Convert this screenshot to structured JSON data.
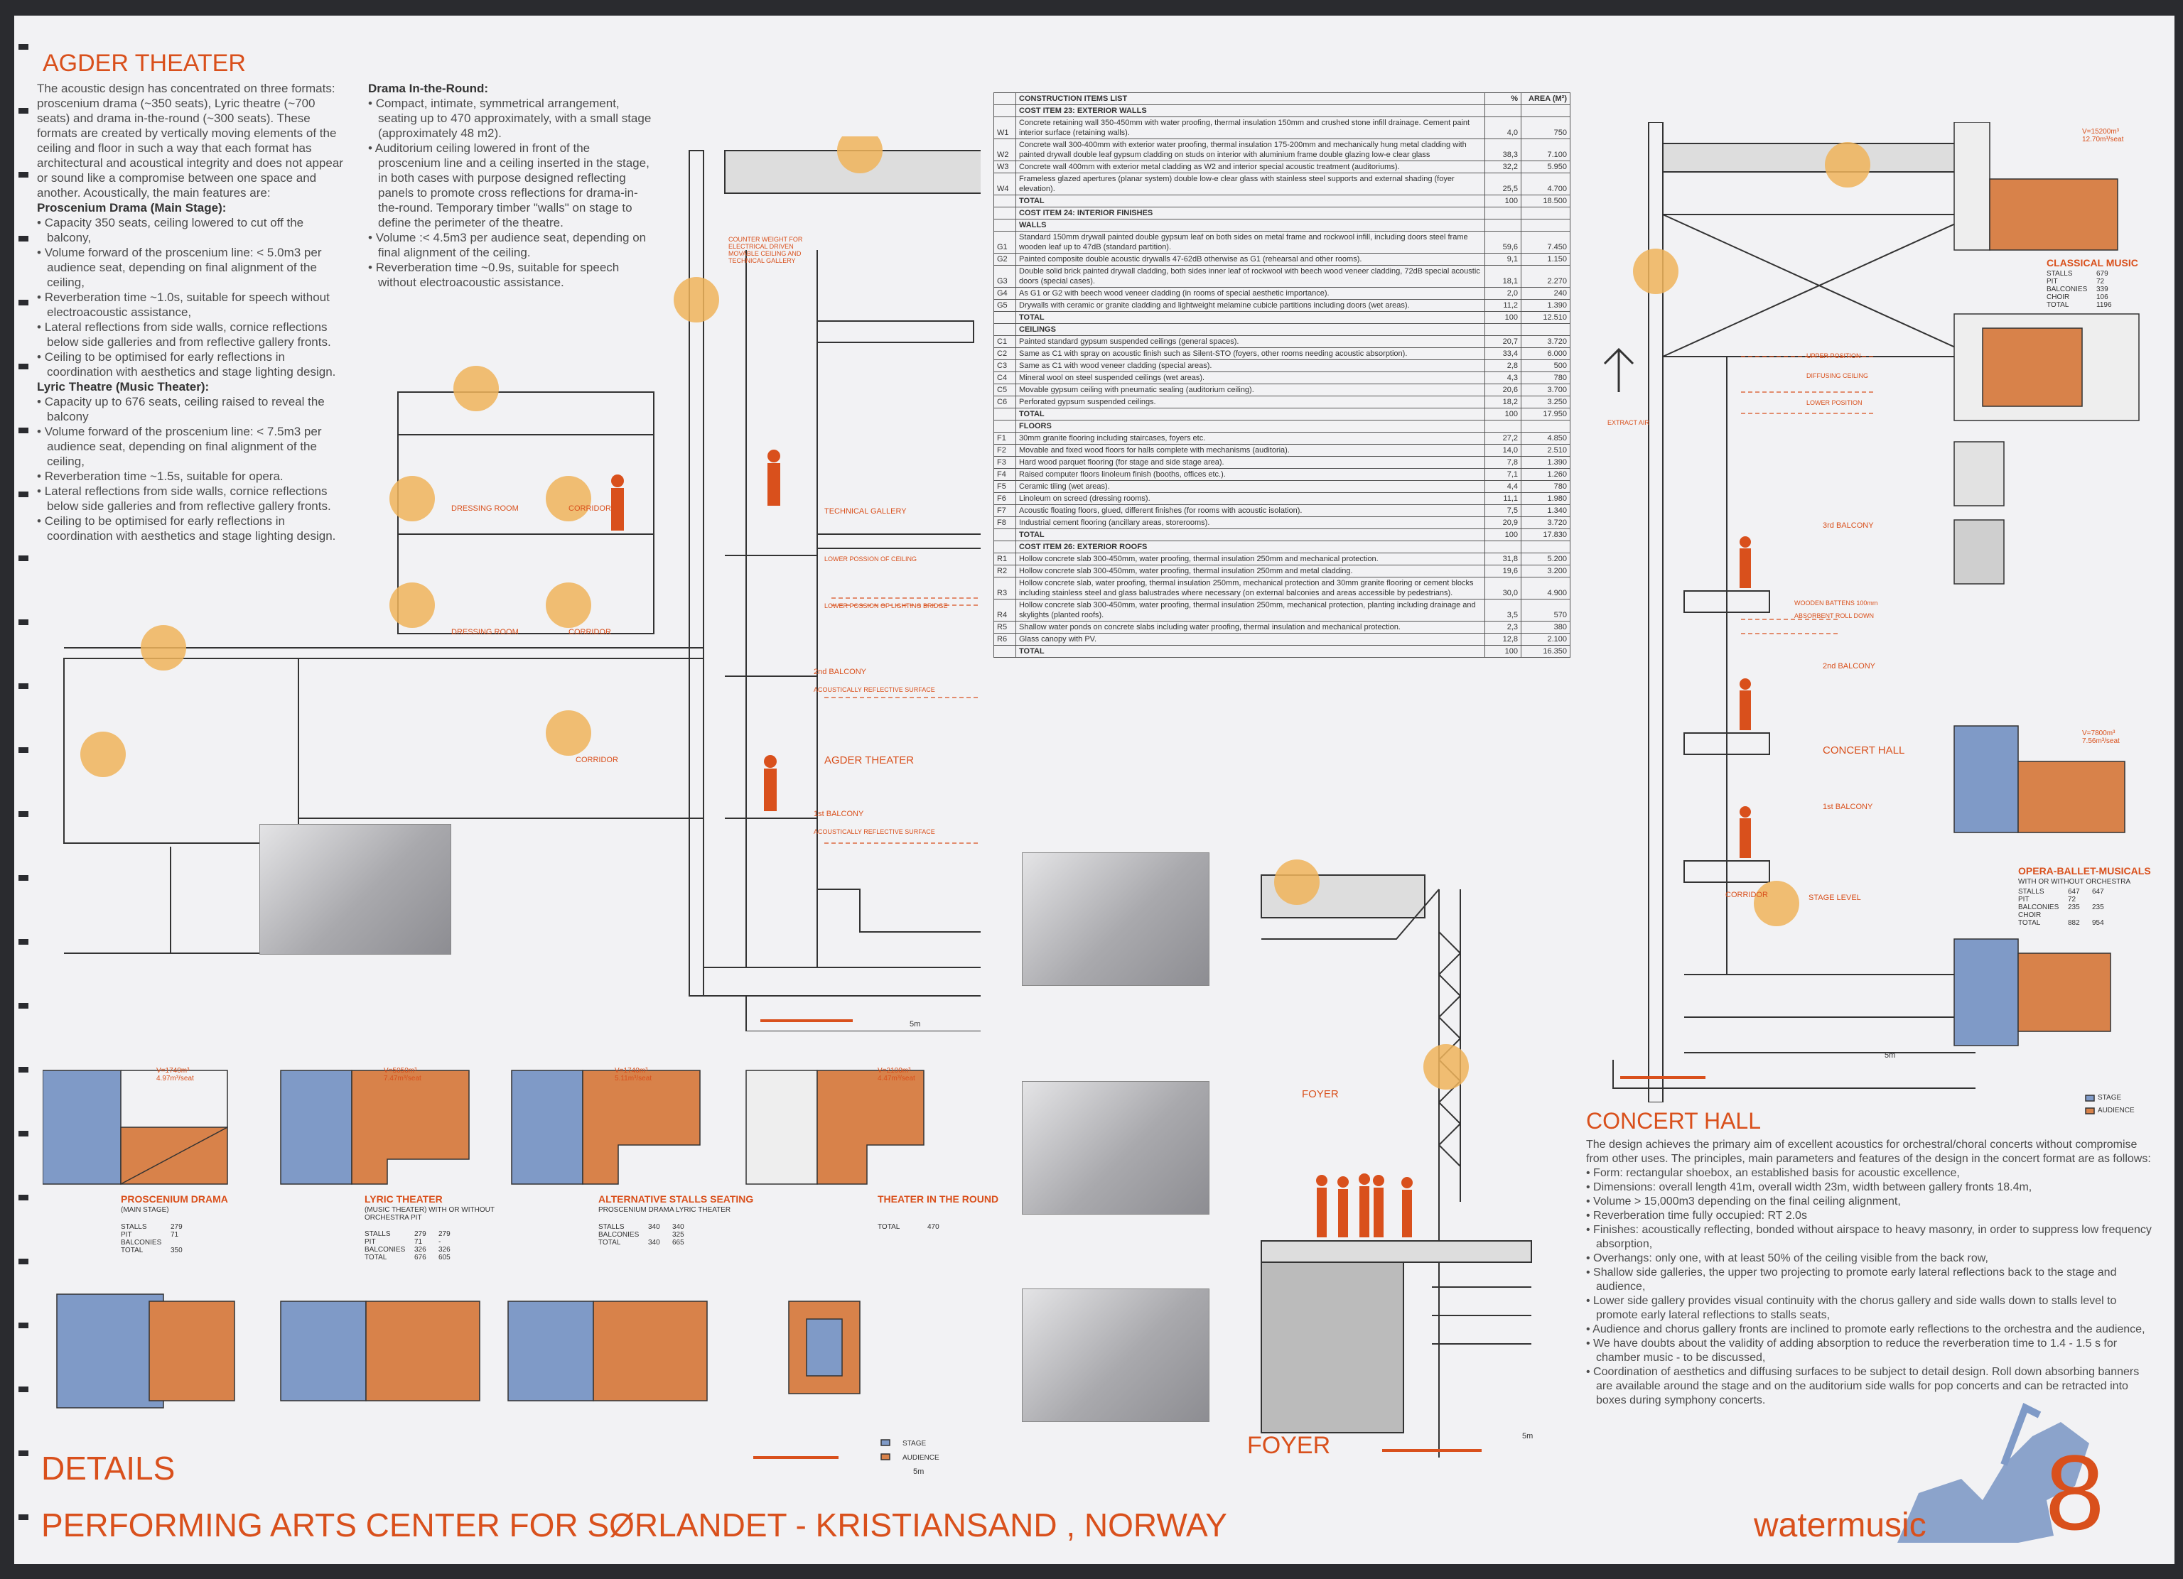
{
  "colors": {
    "accent": "#d9501c",
    "blue": "#7f9ac7",
    "orange": "#d8824a",
    "circle": "#f0b45a",
    "line": "#333333"
  },
  "agder": {
    "title": "AGDER THEATER",
    "intro": "The acoustic design has concentrated on three formats: proscenium drama (~350 seats), Lyric theatre (~700 seats) and drama in-the-round (~300 seats). These formats are created by vertically moving elements of the ceiling and floor in such a way that each format has architectural and acoustical integrity and does not appear or sound like a compromise between one space and another. Acoustically, the main features are:",
    "prosc_head": "Proscenium Drama (Main Stage):",
    "prosc_bullets": [
      "Capacity 350 seats, ceiling lowered to cut off the balcony,",
      "Volume forward of the proscenium line: < 5.0m3 per audience seat, depending on final alignment of the ceiling,",
      "Reverberation time ~1.0s, suitable for speech without electroacoustic assistance,",
      "Lateral reflections from side walls, cornice reflections below side galleries and from reflective gallery fronts.",
      "Ceiling to be optimised for early reflections in coordination with aesthetics and stage lighting design."
    ],
    "lyric_head": "Lyric Theatre (Music Theater):",
    "lyric_bullets": [
      "Capacity up to 676 seats, ceiling raised to reveal the balcony",
      "Volume forward of the proscenium line: < 7.5m3 per audience seat, depending on final alignment of the ceiling,",
      "Reverberation time ~1.5s, suitable for opera.",
      "Lateral reflections from side walls, cornice reflections below side galleries and from reflective gallery fronts.",
      "Ceiling to be optimised for early reflections in coordination with aesthetics and stage lighting design."
    ],
    "round_head": "Drama In-the-Round:",
    "round_bullets": [
      "Compact, intimate, symmetrical arrangement, seating up to 470 approximately, with a small stage (approximately 48 m2).",
      "Auditorium ceiling lowered in front of the proscenium line and a ceiling inserted in the stage, in both cases with purpose designed reflecting panels to promote cross reflections for drama-in-the-round. Temporary timber \"walls\" on stage to define the perimeter of the theatre.",
      "Volume :< 4.5m3 per audience seat, depending on final alignment of the ceiling.",
      "Reverberation time ~0.9s, suitable for speech without electroacoustic assistance."
    ]
  },
  "table": {
    "headers": [
      "",
      "CONSTRUCTION ITEMS LIST",
      "%",
      "AREA (M²)"
    ],
    "rows": [
      [
        "",
        "COST ITEM 23: EXTERIOR WALLS",
        "",
        ""
      ],
      [
        "W1",
        "Concrete retaining wall 350-450mm with water proofing, thermal insulation 150mm and crushed stone infill drainage. Cement paint interior surface (retaining walls).",
        "4,0",
        "750"
      ],
      [
        "W2",
        "Concrete wall 300-400mm with exterior water proofing, thermal insulation 175-200mm and mechanically hung metal cladding with painted drywall double leaf gypsum cladding on studs on interior with aluminium frame double glazing low-e clear glass",
        "38,3",
        "7.100"
      ],
      [
        "W3",
        "Concrete wall 400mm with exterior metal cladding as W2 and interior special acoustic treatment (auditoriums).",
        "32,2",
        "5.950"
      ],
      [
        "W4",
        "Frameless glazed apertures (planar system) double low-e clear glass with stainless steel supports and external shading (foyer elevation).",
        "25,5",
        "4.700"
      ],
      [
        "",
        "TOTAL",
        "100",
        "18.500"
      ],
      [
        "",
        "COST ITEM 24: INTERIOR FINISHES",
        "",
        ""
      ],
      [
        "",
        "WALLS",
        "",
        ""
      ],
      [
        "G1",
        "Standard 150mm drywall painted double gypsum leaf on both sides on metal frame and rockwool infill, including doors steel frame wooden leaf up to 47dB (standard partition).",
        "59,6",
        "7.450"
      ],
      [
        "G2",
        "Painted composite double acoustic drywalls 47-62dB otherwise as G1 (rehearsal and other rooms).",
        "9,1",
        "1.150"
      ],
      [
        "G3",
        "Double solid brick painted drywall cladding, both sides inner leaf of rockwool with beech wood veneer cladding, 72dB special acoustic doors (special cases).",
        "18,1",
        "2.270"
      ],
      [
        "G4",
        "As G1 or G2 with beech wood veneer cladding (in rooms of special aesthetic importance).",
        "2,0",
        "240"
      ],
      [
        "G5",
        "Drywalls with ceramic or granite cladding and lightweight melamine cubicle partitions including doors (wet areas).",
        "11,2",
        "1.390"
      ],
      [
        "",
        "TOTAL",
        "100",
        "12.510"
      ],
      [
        "",
        "CEILINGS",
        "",
        ""
      ],
      [
        "C1",
        "Painted standard gypsum suspended ceilings (general spaces).",
        "20,7",
        "3.720"
      ],
      [
        "C2",
        "Same as C1 with spray on acoustic finish such as Silent-STO (foyers, other rooms needing acoustic absorption).",
        "33,4",
        "6.000"
      ],
      [
        "C3",
        "Same as C1 with wood veneer cladding (special areas).",
        "2,8",
        "500"
      ],
      [
        "C4",
        "Mineral wool on steel suspended ceilings (wet areas).",
        "4,3",
        "780"
      ],
      [
        "C5",
        "Movable gypsum ceiling with pneumatic sealing (auditorium ceiling).",
        "20,6",
        "3.700"
      ],
      [
        "C6",
        "Perforated gypsum suspended ceilings.",
        "18,2",
        "3.250"
      ],
      [
        "",
        "TOTAL",
        "100",
        "17.950"
      ],
      [
        "",
        "FLOORS",
        "",
        ""
      ],
      [
        "F1",
        "30mm granite flooring including staircases, foyers etc.",
        "27,2",
        "4.850"
      ],
      [
        "F2",
        "Movable and fixed wood floors for halls complete with mechanisms (auditoria).",
        "14,0",
        "2.510"
      ],
      [
        "F3",
        "Hard wood parquet flooring (for stage and side stage area).",
        "7,8",
        "1.390"
      ],
      [
        "F4",
        "Raised computer floors linoleum finish (booths, offices etc.).",
        "7,1",
        "1.260"
      ],
      [
        "F5",
        "Ceramic tiling (wet areas).",
        "4,4",
        "780"
      ],
      [
        "F6",
        "Linoleum on screed (dressing rooms).",
        "11,1",
        "1.980"
      ],
      [
        "F7",
        "Acoustic floating floors, glued, different finishes (for rooms with acoustic isolation).",
        "7,5",
        "1.340"
      ],
      [
        "F8",
        "Industrial cement flooring (ancillary areas, storerooms).",
        "20,9",
        "3.720"
      ],
      [
        "",
        "TOTAL",
        "100",
        "17.830"
      ],
      [
        "",
        "COST ITEM 26: EXTERIOR ROOFS",
        "",
        ""
      ],
      [
        "R1",
        "Hollow concrete slab 300-450mm, water proofing, thermal insulation 250mm and mechanical protection.",
        "31,8",
        "5.200"
      ],
      [
        "R2",
        "Hollow concrete slab 300-450mm, water proofing, thermal insulation 250mm and metal cladding.",
        "19,6",
        "3.200"
      ],
      [
        "R3",
        "Hollow concrete slab, water proofing, thermal insulation 250mm, mechanical protection and 30mm granite flooring or cement blocks including stainless steel and glass balustrades where necessary (on external balconies and areas accessible by pedestrians).",
        "30,0",
        "4.900"
      ],
      [
        "R4",
        "Hollow concrete slab 300-450mm, water proofing, thermal insulation 250mm, mechanical protection, planting including drainage and skylights (planted roofs).",
        "3,5",
        "570"
      ],
      [
        "R5",
        "Shallow water ponds on concrete slabs including water proofing, thermal insulation and mechanical protection.",
        "2,3",
        "380"
      ],
      [
        "R6",
        "Glass canopy with PV.",
        "12,8",
        "2.100"
      ],
      [
        "",
        "TOTAL",
        "100",
        "16.350"
      ]
    ]
  },
  "section_labels": {
    "agder_theater": "AGDER THEATER",
    "balcony_2": "2nd BALCONY",
    "balcony_1": "1st BALCONY",
    "reflective": "ACOUSTICALLY REFLECTIVE SURFACE",
    "tech_gallery": "TECHNICAL GALLERY",
    "counterweight": "COUNTER WEIGHT FOR ELECTRICAL DRIVEN MOVABLE CEILING AND TECHNICAL GALLERY",
    "lower_ceiling": "LOWER POSSION OF CEILING",
    "lower_light": "LOWER POSSION OF LIGHTING BRIDGE",
    "dressing": "DRESSING ROOM",
    "corridor": "CORRIDOR",
    "concert_hall": "CONCERT HALL",
    "balcony_3": "3rd BALCONY",
    "stage_level": "STAGE LEVEL",
    "upper_pos": "UPPER POSITION",
    "diffusing": "DIFFUSING CEILING",
    "lower_pos": "LOWER POSITION",
    "extract": "EXTRACT AIR",
    "wooden": "WOODEN BATTENS 100mm",
    "absorbent": "ABSORBENT ROLL DOWN",
    "foyer": "FOYER",
    "foyer_big": "FOYER",
    "scale": "5m"
  },
  "formats": [
    {
      "name": "PROSCENIUM DRAMA",
      "sub": "(MAIN STAGE)",
      "vol": "V=1740m³ 4.97m³/seat",
      "rows": [
        [
          "STALLS",
          "279"
        ],
        [
          "PIT",
          "71"
        ],
        [
          "BALCONIES",
          ""
        ],
        [
          "TOTAL",
          "350"
        ]
      ]
    },
    {
      "name": "LYRIC THEATER",
      "sub": "(MUSIC THEATER) WITH OR WITHOUT ORCHESTRA PIT",
      "vol": "V=5050m³ 7.47m³/seat",
      "rows": [
        [
          "STALLS",
          "279",
          "279"
        ],
        [
          "PIT",
          "71",
          "-"
        ],
        [
          "BALCONIES",
          "326",
          "326"
        ],
        [
          "TOTAL",
          "676",
          "605"
        ]
      ]
    },
    {
      "name": "ALTERNATIVE STALLS SEATING",
      "sub": "PROSCENIUM DRAMA   LYRIC THEATER",
      "vol": "V=1740m³ 5.11m³/seat",
      "rows": [
        [
          "STALLS",
          "340",
          "340"
        ],
        [
          "BALCONIES",
          "",
          "325"
        ],
        [
          "TOTAL",
          "340",
          "665"
        ]
      ]
    },
    {
      "name": "THEATER IN THE ROUND",
      "sub": "",
      "vol": "V=2100m³ 4.47m³/seat",
      "rows": [
        [
          "TOTAL",
          "470"
        ]
      ]
    }
  ],
  "concert_formats": [
    {
      "name": "CLASSICAL MUSIC",
      "vol": "V=15200m³ 12.70m³/seat",
      "rows": [
        [
          "STALLS",
          "679"
        ],
        [
          "PIT",
          "72"
        ],
        [
          "BALCONIES",
          "339"
        ],
        [
          "CHOIR",
          "106"
        ],
        [
          "TOTAL",
          "1196"
        ]
      ]
    },
    {
      "name": "OPERA-BALLET-MUSICALS",
      "sub": "WITH OR WITHOUT ORCHESTRA",
      "vol": "V=7800m³ 7.56m³/seat",
      "rows": [
        [
          "STALLS",
          "647",
          "647"
        ],
        [
          "PIT",
          "72",
          ""
        ],
        [
          "BALCONIES",
          "235",
          "235"
        ],
        [
          "CHOIR",
          "",
          ""
        ],
        [
          "TOTAL",
          "882",
          "954"
        ]
      ]
    }
  ],
  "legend": {
    "stage": "STAGE",
    "audience": "AUDIENCE"
  },
  "concert": {
    "title": "CONCERT HALL",
    "intro": "The design achieves the primary aim of excellent acoustics for orchestral/choral concerts without compromise from other uses. The principles, main parameters and features of the design in the concert format are as follows:",
    "bullets": [
      "Form: rectangular shoebox, an established basis for acoustic excellence,",
      "Dimensions: overall length 41m, overall width 23m, width between gallery fronts 18.4m,",
      "Volume > 15,000m3 depending on the final ceiling alignment,",
      "Reverberation time fully occupied: RT 2.0s",
      "Finishes: acoustically reflecting, bonded without airspace to heavy masonry, in order to suppress low frequency absorption,",
      "Overhangs: only one, with at least 50% of the ceiling visible from the back row,",
      "Shallow side galleries, the upper two projecting to promote early lateral reflections back to the stage and audience,",
      "Lower side gallery provides visual continuity with the chorus gallery and side walls down to stalls level to promote early lateral reflections to stalls seats,",
      "Audience and chorus gallery fronts are inclined to promote early reflections to the orchestra and the audience,",
      "We have doubts about the validity of adding absorption to reduce the reverberation time to 1.4 - 1.5 s for chamber music - to be discussed,",
      "Coordination of aesthetics and diffusing surfaces to be subject to detail design. Roll down absorbing banners are available around the stage and on the auditorium side walls for pop concerts and can be retracted into boxes during symphony concerts."
    ]
  },
  "footer": {
    "details": "DETAILS",
    "project": "PERFORMING ARTS CENTER FOR SØRLANDET - KRISTIANSAND , NORWAY",
    "brand": "watermusic",
    "page": "8"
  }
}
